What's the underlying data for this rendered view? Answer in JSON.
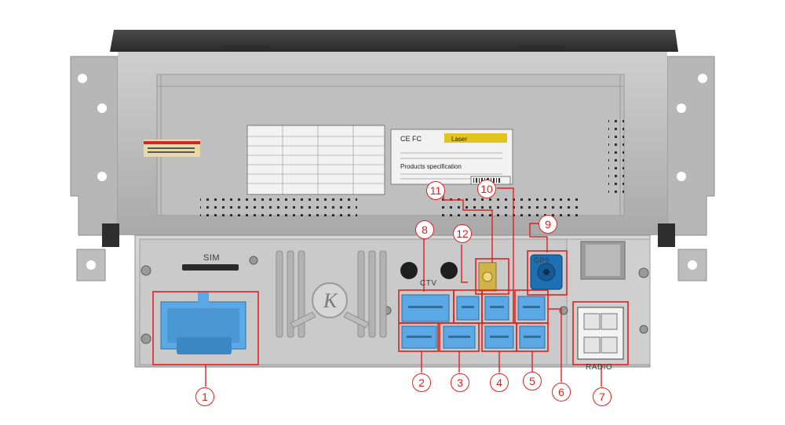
{
  "labels": {
    "sim": "SIM",
    "ctv": "CTV",
    "radio": "RADIO",
    "gps": "GPS",
    "brand_logo": "K"
  },
  "callouts": [
    "1",
    "2",
    "3",
    "4",
    "5",
    "6",
    "7",
    "8",
    "9",
    "10",
    "11",
    "12"
  ],
  "sticker": {
    "title": "Products specification",
    "warning": "Laser",
    "marks": "CE FC"
  },
  "colors": {
    "callout": "#e02020",
    "connector_blue": "#5aa9e6",
    "fakra_blue": "#1f6fb5",
    "panel": "#c9c9c9",
    "chassis": "#b8b8b8"
  }
}
